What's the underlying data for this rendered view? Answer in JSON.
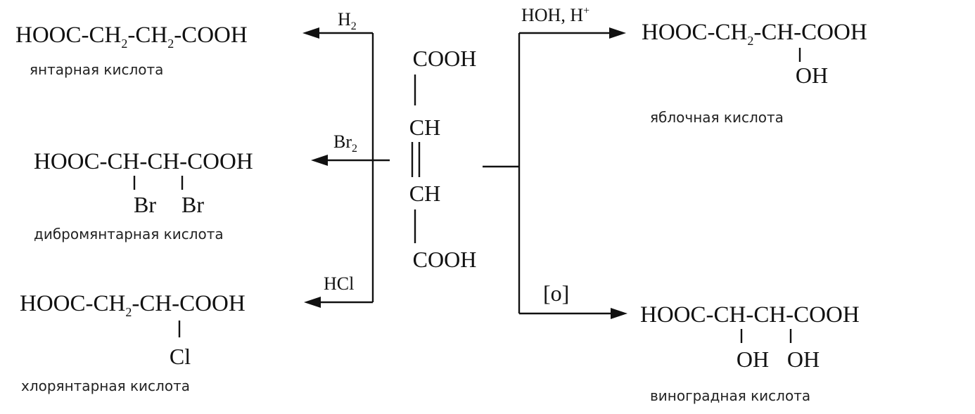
{
  "center": {
    "top": "COOH",
    "ch_upper": "CH",
    "ch_lower": "CH",
    "bottom": "COOH"
  },
  "reagents": {
    "h2": {
      "main": "H",
      "sub": "2"
    },
    "br2": {
      "main": "Br",
      "sub": "2"
    },
    "hcl": "HCl",
    "hydration": "HOH, H",
    "hydration_sup": "+",
    "oxidation": "[o]"
  },
  "products": {
    "succinic": {
      "p1": "HOOC-CH",
      "s1": "2",
      "p2": "-CH",
      "s2": "2",
      "p3": "-COOH",
      "name": "янтарная кислота"
    },
    "dibromosuccinic": {
      "formula": "HOOC-CH-CH-COOH",
      "sub1": "Br",
      "sub2": "Br",
      "name": "дибромянтарная кислота"
    },
    "chlorosuccinic": {
      "p1": "HOOC-CH",
      "s1": "2",
      "p2": "-CH-COOH",
      "sub": "Cl",
      "name": "хлорянтарная кислота"
    },
    "malic": {
      "p1": "HOOC-CH",
      "s1": "2",
      "p2": "-CH-COOH",
      "sub": "OH",
      "name": "яблочная кислота"
    },
    "tartaric": {
      "formula": "HOOC-CH-CH-COOH",
      "sub1": "OH",
      "sub2": "OH",
      "name": "виноградная кислота"
    }
  }
}
